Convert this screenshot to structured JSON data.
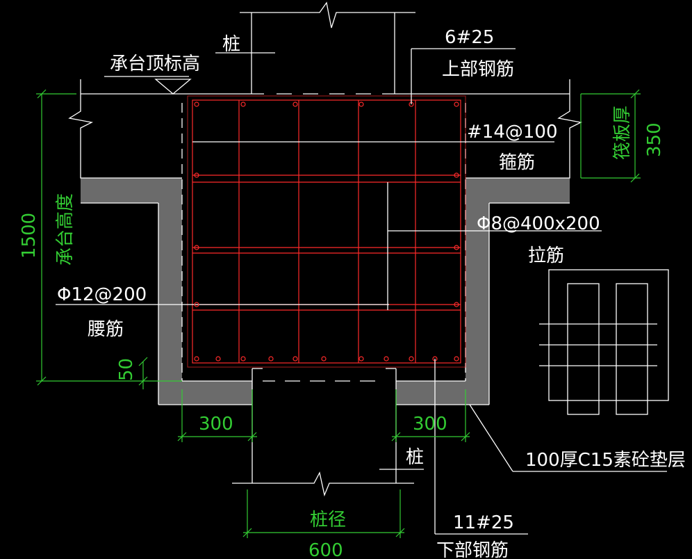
{
  "labels": {
    "pile_top": "桩",
    "cap_top_elevation": "承台顶标高",
    "top_bars_count": "6#25",
    "top_bars_name": "上部钢筋",
    "stirrup_spec": "#14@100",
    "stirrup_name": "箍筋",
    "raft_thickness_label": "筏板厚",
    "raft_thickness_value": "350",
    "cap_height_value": "1500",
    "cap_height_label": "承台高度",
    "tie_spec": "Φ8@400x200",
    "tie_name": "拉筋",
    "waist_spec": "Φ12@200",
    "waist_name": "腰筋",
    "dim_50": "50",
    "dim_300_left": "300",
    "dim_300_right": "300",
    "pile_bottom": "桩",
    "cushion": "100厚C15素砼垫层",
    "pile_dia_label": "桩径",
    "pile_dia_value": "600",
    "bottom_bars_count": "11#25",
    "bottom_bars_name": "下部钢筋"
  },
  "colors": {
    "background": "#000000",
    "line": "#ffffff",
    "dimension": "#33cc33",
    "rebar": "#ff2a2a",
    "concrete": "#6b6b6b"
  }
}
